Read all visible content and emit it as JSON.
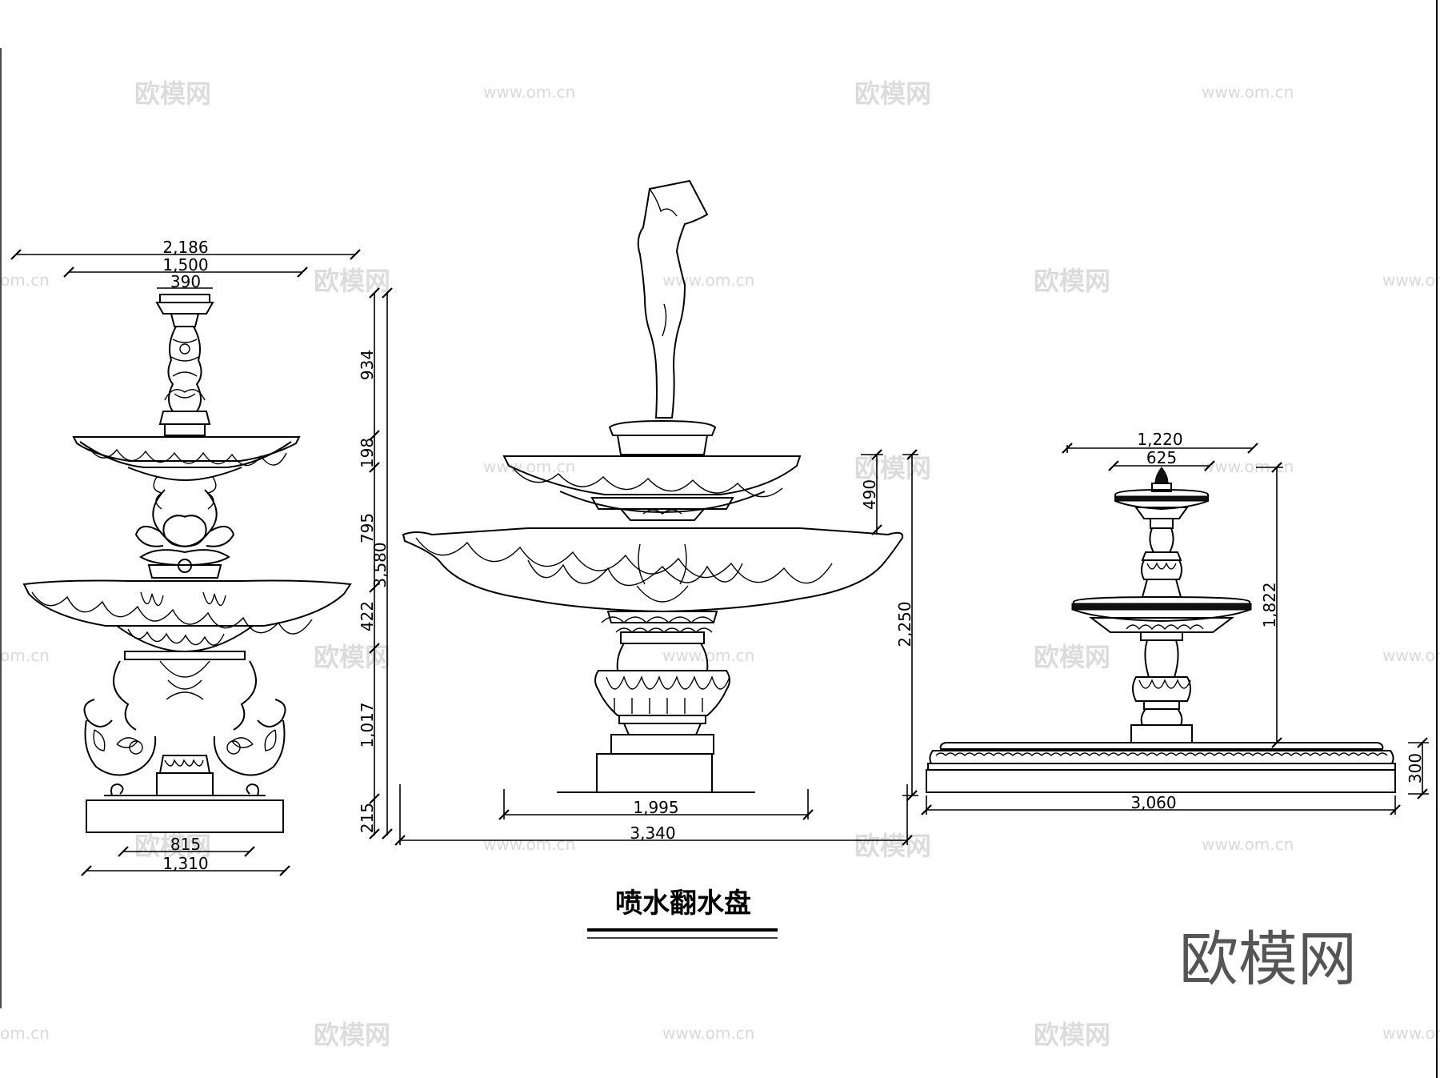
{
  "title": "喷水翻水盘",
  "brand_logo": "欧模网",
  "watermarks": {
    "site": "www.om.cn",
    "site_short": "om.cn",
    "brand": "欧模网"
  },
  "fountain_left": {
    "widths": {
      "overall": "2,186",
      "upper_bowl": "1,500",
      "top_cap": "390",
      "base_inner": "815",
      "base_outer": "1,310"
    },
    "heights": {
      "top_column": "934",
      "upper_bowl": "198",
      "middle": "795",
      "total": "3,580",
      "lower_bowl": "422",
      "pedestal": "1,017",
      "plinth": "215"
    }
  },
  "fountain_center": {
    "widths": {
      "base": "1,995",
      "overall": "3,340"
    },
    "heights": {
      "bowl_gap": "490",
      "total": "2,250"
    }
  },
  "fountain_right": {
    "widths": {
      "lower_tier": "1,220",
      "upper_tier": "625",
      "basin": "3,060"
    },
    "heights": {
      "fountain": "1,822",
      "basin": "300"
    }
  },
  "colors": {
    "line": "#000000",
    "watermark": "#d9d9d9",
    "logo": "#555555"
  }
}
